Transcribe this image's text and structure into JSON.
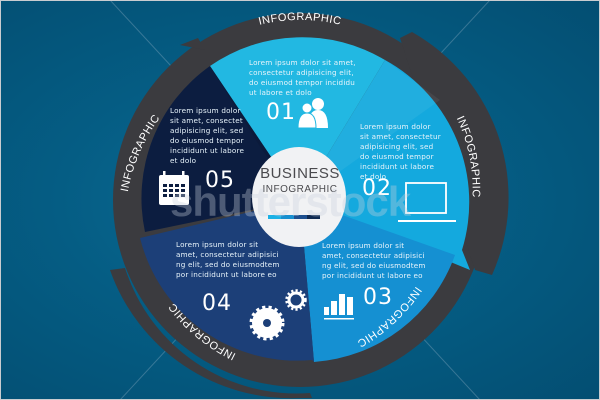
{
  "center": {
    "title": "BUSINESS",
    "subtitle": "INFOGRAPHIC",
    "bar_colors": [
      "#1bb1e6",
      "#178fd0",
      "#1d4f8f",
      "#0f2a52"
    ]
  },
  "ring": {
    "color": "#3b3b3f",
    "label": "INFOGRAPHIC"
  },
  "segments": [
    {
      "number": "01",
      "icon": "users-icon",
      "color": "#22b8e2",
      "text": [
        "Lorem ipsum dolor sit amet,",
        "consectetur adipisicing elit,",
        "do eiusmod tempor incididu",
        "ut labore et dolo"
      ]
    },
    {
      "number": "02",
      "icon": "laptop-icon",
      "color": "#14a9de",
      "text": [
        "Lorem ipsum dolor",
        "sit amet, consectetur",
        "adipisicing elit, sed",
        "do eiusmod tempor",
        "incididunt ut labore",
        "et dolo"
      ]
    },
    {
      "number": "03",
      "icon": "bar-chart-icon",
      "color": "#1590d2",
      "text": [
        "Lorem ipsum dolor sit",
        "amet, consectetur adipisici",
        "ng elit, sed do eiusmodtem",
        "por incididunt ut labore eo"
      ]
    },
    {
      "number": "04",
      "icon": "gears-icon",
      "color": "#1c3f78",
      "text": [
        "Lorem ipsum dolor sit",
        "amet, consectetur adipisici",
        "ng elit, sed do eiusmodtem",
        "por incididunt ut labore eo"
      ]
    },
    {
      "number": "05",
      "icon": "calendar-icon",
      "color": "#0c1d40",
      "text": [
        "Lorem ipsum dolor",
        "sit amet, consectet",
        "adipisicing elit, sed",
        "do eiusmod tempor",
        "incididunt ut labore",
        "et dolo"
      ]
    }
  ],
  "watermark": "shutterstock",
  "colors": {
    "background": "#03597f",
    "center_circle": "#f1f2f4"
  }
}
